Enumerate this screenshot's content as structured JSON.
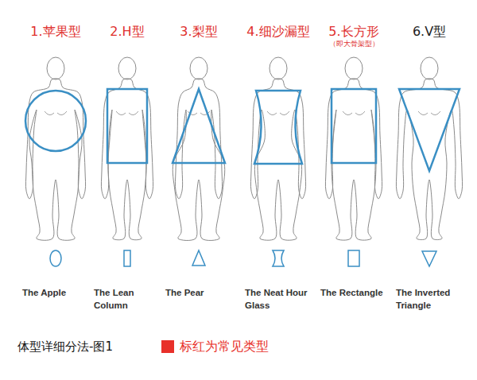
{
  "diagram": {
    "caption": "体型详细分法-图1",
    "nodes": [
      {
        "text": [
          "1.苹果型",
          "The Apple"
        ]
      },
      {
        "text": [
          "2.H型",
          "The Lean Column"
        ]
      },
      {
        "text": [
          "3.梨型",
          "The Pear"
        ]
      },
      {
        "text": [
          "4.细沙漏型",
          "The Neat Hour Glass"
        ]
      },
      {
        "text": [
          "5.长方形",
          "（即大骨架型）",
          "The Rectangle"
        ]
      },
      {
        "text": [
          "6.V型",
          "The Inverted Triangle"
        ]
      }
    ],
    "legend": [
      {
        "text": "标红为常见类型",
        "color": "#e8302a"
      }
    ]
  }
}
